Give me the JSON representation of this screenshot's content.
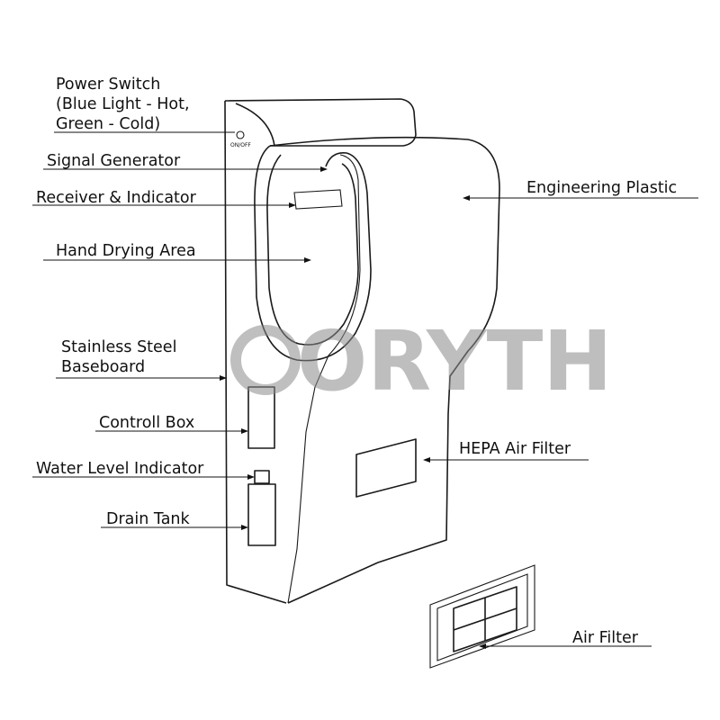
{
  "diagram": {
    "watermark": "ORYTH",
    "on_off_mark": "ON/OFF",
    "labels": {
      "power_switch_l1": "Power Switch",
      "power_switch_l2": "(Blue Light - Hot,",
      "power_switch_l3": "Green - Cold)",
      "signal_generator": "Signal Generator",
      "receiver_indicator": "Receiver & Indicator",
      "hand_drying_area": "Hand Drying Area",
      "stainless_l1": "Stainless Steel",
      "stainless_l2": "Baseboard",
      "controll_box": "Controll Box",
      "water_level": "Water Level Indicator",
      "drain_tank": "Drain Tank",
      "engineering_plastic": "Engineering Plastic",
      "hepa_filter": "HEPA Air Filter",
      "air_filter": "Air Filter"
    }
  }
}
